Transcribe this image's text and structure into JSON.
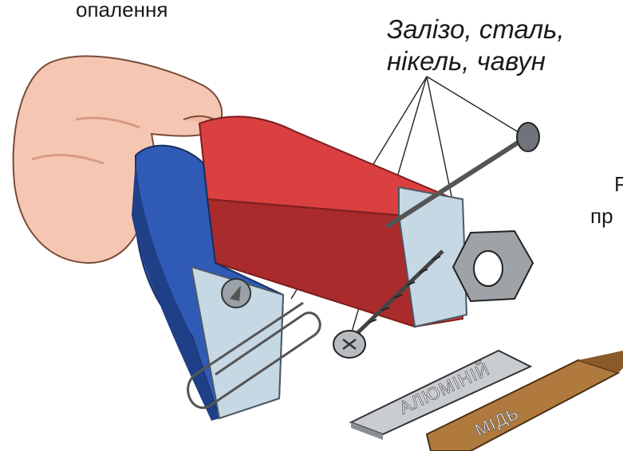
{
  "labels": {
    "top_left_fragment": "опалення",
    "materials_line1": "Залізо, сталь,",
    "materials_line2": "нікель, чавун",
    "right_fragment_1": "Р",
    "right_fragment_2": "пр"
  },
  "strips": {
    "aluminum": "АЛЮМІНІЙ",
    "copper": "МІДЬ"
  },
  "colors": {
    "magnet_red": "#d9403f",
    "magnet_red_dark": "#a92b2b",
    "magnet_blue": "#2f5bb7",
    "magnet_blue_dark": "#1f3f86",
    "pole_face": "#c6d8e3",
    "metal_gray": "#8a8f96",
    "aluminum": "#c9ccd1",
    "copper": "#b07a3f",
    "skin": "#f5c7b2"
  }
}
